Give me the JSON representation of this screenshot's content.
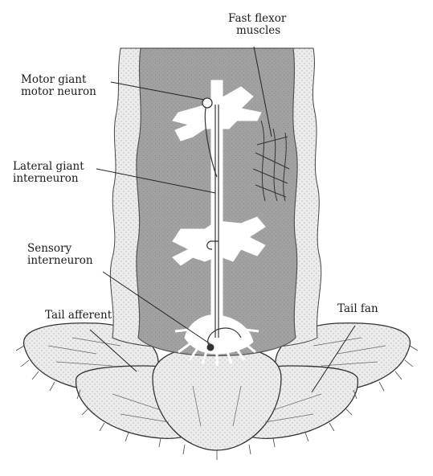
{
  "labels": {
    "fast_flexor": {
      "line1": "Fast flexor",
      "line2": "muscles"
    },
    "motor_giant": {
      "line1": "Motor giant",
      "line2": "motor neuron"
    },
    "lateral_giant": {
      "line1": "Lateral giant",
      "line2": "interneuron"
    },
    "sensory": {
      "line1": "Sensory",
      "line2": "interneuron"
    },
    "tail_afferent": {
      "line1": "Tail afferent"
    },
    "tail_fan": {
      "line1": "Tail fan"
    }
  },
  "colors": {
    "outer_body": "#e9e9e9",
    "nerve_cord": "#9d9d9d",
    "neuron": "#ffffff",
    "ink": "#222222"
  }
}
